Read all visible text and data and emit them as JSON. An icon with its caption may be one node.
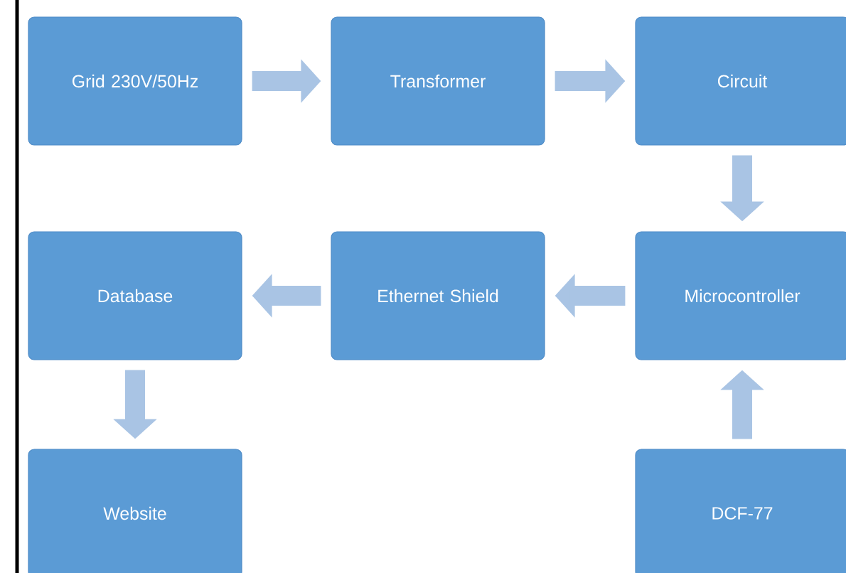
{
  "diagram": {
    "nodes": [
      {
        "text": [
          "Grid 230V/50Hz"
        ]
      },
      {
        "text": [
          "Transformer"
        ]
      },
      {
        "text": [
          "Circuit"
        ]
      },
      {
        "text": [
          "Database"
        ]
      },
      {
        "text": [
          "Ethernet Shield"
        ]
      },
      {
        "text": [
          "Microcontroller"
        ]
      },
      {
        "text": [
          "Website"
        ]
      },
      {
        "text": [
          "DCF-77"
        ]
      }
    ],
    "edges": [
      {
        "from": 0,
        "to": 1,
        "arrow": "to"
      },
      {
        "from": 1,
        "to": 2,
        "arrow": "to"
      },
      {
        "from": 2,
        "to": 5,
        "arrow": "to"
      },
      {
        "from": 5,
        "to": 4,
        "arrow": "to"
      },
      {
        "from": 4,
        "to": 3,
        "arrow": "to"
      },
      {
        "from": 3,
        "to": 6,
        "arrow": "to"
      },
      {
        "from": 7,
        "to": 5,
        "arrow": "to"
      }
    ]
  }
}
